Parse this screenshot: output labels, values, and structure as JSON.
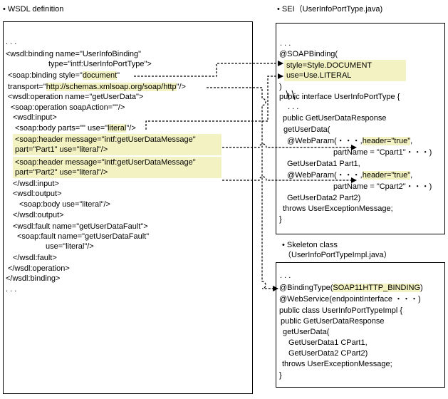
{
  "titles": {
    "wsdl": "• WSDL definition",
    "sei": "• SEI（UserInfoPortType.java)",
    "skeleton_1": "• Skeleton class",
    "skeleton_2": "（UserInfoPortTypeImpl.java）"
  },
  "wsdl_box": {
    "line01": ". . .",
    "line02": "<wsdl:binding name=\"UserInfoBinding\"",
    "line03": "type=\"intf:UserInfoPortType\">",
    "line04a": "<soap:binding style=\"",
    "line04b": "document",
    "line04c": "\"",
    "line05a": "transport=\"",
    "line05b": "http://schemas.xmlsoap.org/soap/http",
    "line05c": "\"/>",
    "line06": "<wsdl:operation name=\"getUserData\">",
    "line07": "<soap:operation soapAction=\"\"/>",
    "line08": "<wsdl:input>",
    "line09a": "<soap:body parts=\"\" use=\"",
    "line09b": "literal",
    "line09c": "\"/>",
    "line10": "<soap:header message=\"intf:getUserDataMessage\"",
    "line11": "part=\"Part1\" use=\"literal\"/>",
    "line12": "<soap:header message=\"intf:getUserDataMessage\"",
    "line13": "part=\"Part2\" use=\"literal\"/>",
    "line14": "</wsdl:input>",
    "line15": "<wsdl:output>",
    "line16": "<soap:body use=\"literal\"/>",
    "line17": "</wsdl:output>",
    "line18": "<wsdl:fault name=\"getUserDataFault\">",
    "line19": "<soap:fault name=\"getUserDataFault\"",
    "line20": "use=\"literal\"/>",
    "line21": "</wsdl:fault>",
    "line22": "</wsdl:operation>",
    "line23": "</wsdl:binding>",
    "line24": ". . ."
  },
  "sei_box": {
    "line01": ". . .",
    "line02": "@SOAPBinding(",
    "line03": "style=Style.DOCUMENT",
    "line04": "use=Use.LITERAL",
    "line05": ")",
    "line06": "public interface UserInfoPortType {",
    "line07": ". . .",
    "line08": "public GetUserDataResponse",
    "line09": "getUserData(",
    "line10a": "@WebParam(・・・,",
    "line10b": "header=\"true\"",
    "line10c": ",",
    "line11": "partName = \"Cpart1\"・・・)",
    "line12": "GetUserData1 Part1,",
    "line13a": "@WebParam(・・・,",
    "line13b": "header=\"true\"",
    "line13c": ",",
    "line14": "partName = \"Cpart2\"・・・)",
    "line15": "GetUserData2 Part2)",
    "line16": "throws UserExceptionMessage;",
    "line17": "}"
  },
  "skeleton_box": {
    "line01": ". . .",
    "line02a": "@BindingType(",
    "line02b": "SOAP11HTTP_BINDING",
    "line02c": ")",
    "line03": "@WebService(endpointInterface ・・・)",
    "line04": "public class UserInfoPortTypeImpl {",
    "line05": "public GetUserDataResponse",
    "line06": "getUserData(",
    "line07": "GetUserData1 CPart1,",
    "line08": "GetUserData2 CPart2)",
    "line09": "throws UserExceptionMessage;",
    "line10": "}"
  },
  "colors": {
    "highlight": "#f2f2c2",
    "border": "#000000",
    "arrow": "#000000"
  }
}
